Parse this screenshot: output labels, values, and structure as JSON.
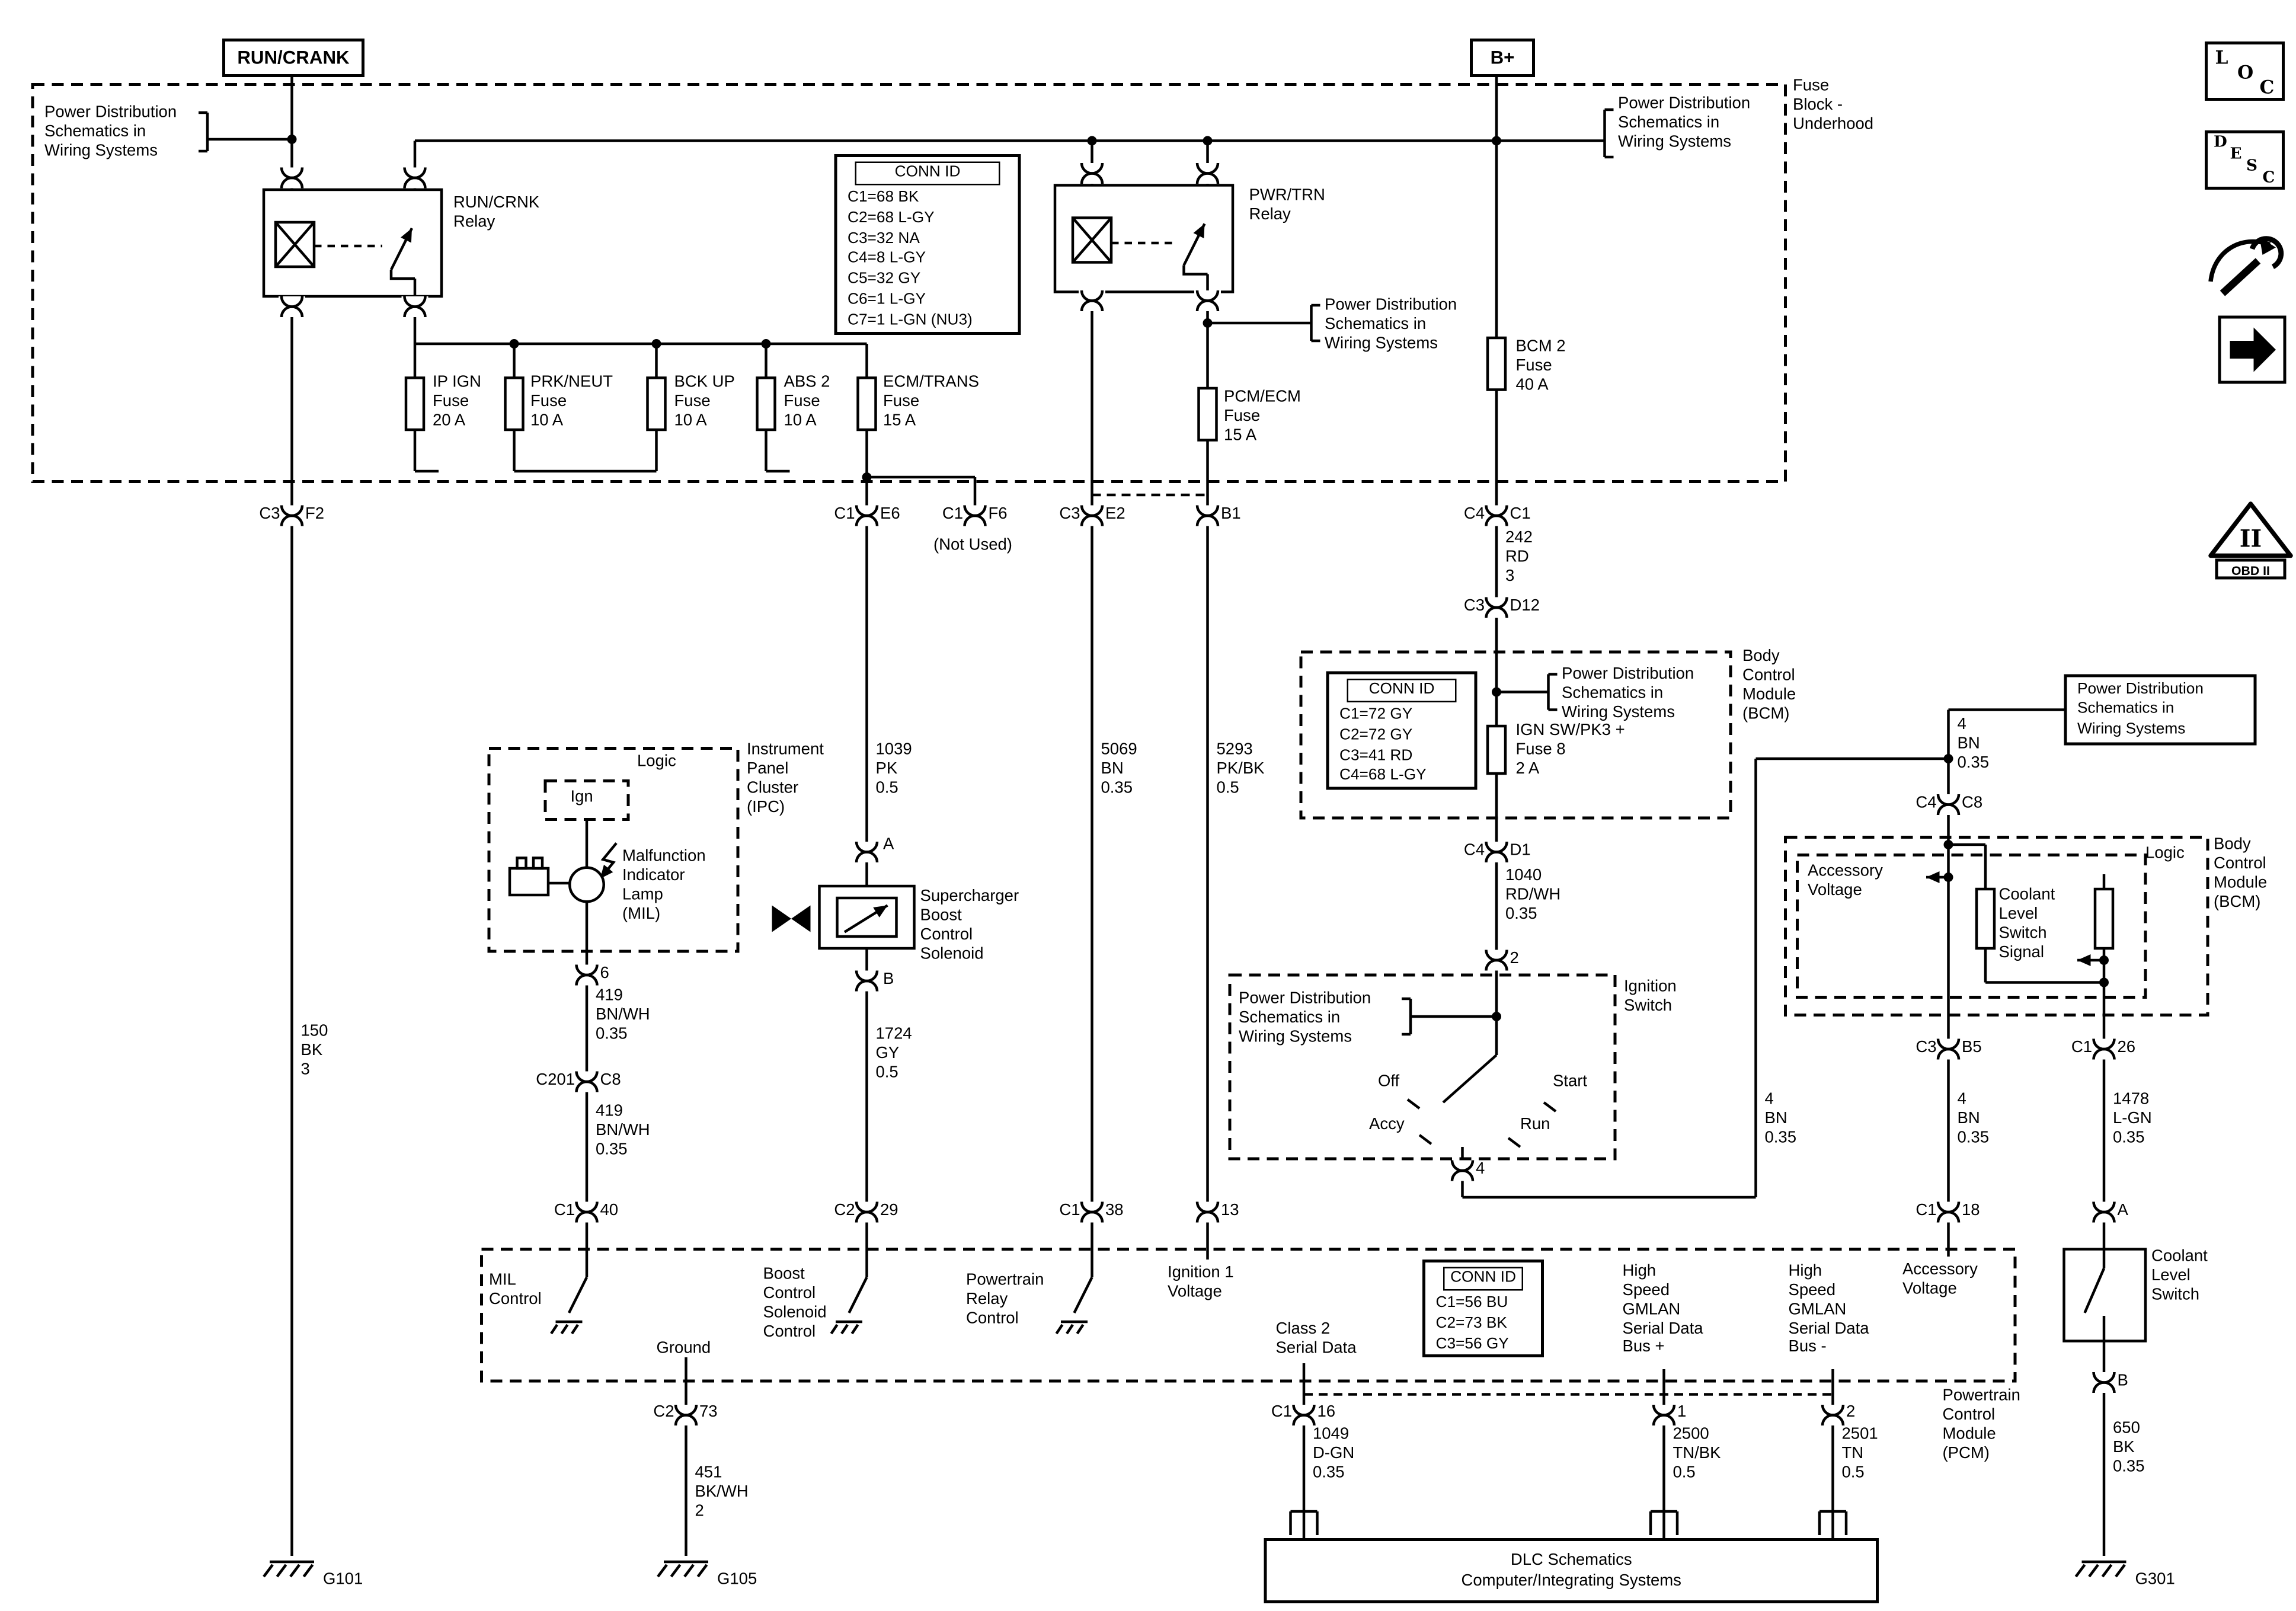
{
  "colors": {
    "ink": "#000000",
    "background": "#ffffff"
  },
  "power_labels": {
    "run_crank": "RUN/CRANK",
    "b_plus": "B+"
  },
  "refs": {
    "power_distribution": "Power Distribution\nSchematics in\nWiring Systems",
    "fuse_block_underhood": "Fuse\nBlock -\nUnderhood"
  },
  "relays": {
    "run_crnk": "RUN/CRNK\nRelay",
    "pwr_trn": "PWR/TRN\nRelay"
  },
  "fuses": {
    "ip_ign": "IP IGN\nFuse\n20 A",
    "prk_neut": "PRK/NEUT\nFuse\n10 A",
    "bck_up": "BCK UP\nFuse\n10 A",
    "abs_2": "ABS 2\nFuse\n10 A",
    "ecm_trans": "ECM/TRANS\nFuse\n15 A",
    "pcm_ecm": "PCM/ECM\nFuse\n15 A",
    "bcm_2": "BCM 2\nFuse\n40 A",
    "ign_sw": "IGN SW/PK3 +\nFuse 8\n2 A"
  },
  "conn_ids": {
    "underhood": {
      "title": "CONN ID",
      "rows": [
        "C1=68 BK",
        "C2=68 L-GY",
        "C3=32 NA",
        "C4=8 L-GY",
        "C5=32 GY",
        "C6=1 L-GY",
        "C7=1 L-GN (NU3)"
      ]
    },
    "bcm": {
      "title": "CONN ID",
      "rows": [
        "C1=72 GY",
        "C2=72 GY",
        "C3=41 RD",
        "C4=68 L-GY"
      ]
    },
    "pcm": {
      "title": "CONN ID",
      "rows": [
        "C1=56 BU",
        "C2=73 BK",
        "C3=56 GY"
      ]
    }
  },
  "modules": {
    "ipc": "Instrument\nPanel\nCluster\n(IPC)",
    "bcm": "Body\nControl\nModule\n(BCM)",
    "pcm": "Powertrain\nControl\nModule\n(PCM)",
    "ignition_switch": "Ignition\nSwitch",
    "coolant_level_switch": "Coolant\nLevel\nSwitch",
    "supercharger_solenoid": "Supercharger\nBoost\nControl\nSolenoid",
    "mil": "Malfunction\nIndicator\nLamp\n(MIL)",
    "logic": "Logic",
    "ign": "Ign",
    "dlc": "DLC Schematics\nComputer/Integrating Systems"
  },
  "signals": {
    "mil_control": "MIL\nControl",
    "ground": "Ground",
    "boost_control": "Boost\nControl\nSolenoid\nControl",
    "powertrain_relay_control": "Powertrain\nRelay\nControl",
    "ignition_1_voltage": "Ignition 1\nVoltage",
    "class_2_serial": "Class 2\nSerial Data",
    "gmlan_plus": "High\nSpeed\nGMLAN\nSerial Data\nBus +",
    "gmlan_minus": "High\nSpeed\nGMLAN\nSerial Data\nBus -",
    "accessory_voltage": "Accessory\nVoltage",
    "coolant_signal": "Coolant\nLevel\nSwitch\nSignal",
    "not_used": "(Not Used)"
  },
  "switch_positions": {
    "off": "Off",
    "start": "Start",
    "accy": "Accy",
    "run": "Run"
  },
  "wires": {
    "w150": "150\nBK\n3",
    "w242": "242\nRD\n3",
    "w419": "419\nBN/WH\n0.35",
    "w1039": "1039\nPK\n0.5",
    "w1724": "1724\nGY\n0.5",
    "w5069": "5069\nBN\n0.35",
    "w5293": "5293\nPK/BK\n0.5",
    "w1040": "1040\nRD/WH\n0.35",
    "w4": "4\nBN\n0.35",
    "w1478": "1478\nL-GN\n0.35",
    "w451": "451\nBK/WH\n2",
    "w650": "650\nBK\n0.35",
    "w1049": "1049\nD-GN\n0.35",
    "w2500": "2500\nTN/BK\n0.5",
    "w2501": "2501\nTN\n0.5"
  },
  "pins": {
    "fb_left": [
      "C3",
      "F2"
    ],
    "ecm_out": [
      "C1",
      "E6"
    ],
    "not_used": [
      "C1",
      "F6"
    ],
    "pwrtrn_out": [
      "C3",
      "E2"
    ],
    "pcmecm_out": "B1",
    "bcm2_out": [
      "C4",
      "C1"
    ],
    "bcm_in": [
      "C3",
      "D12"
    ],
    "bcm_out": [
      "C4",
      "D1"
    ],
    "ignsw_in": "2",
    "ignsw_out": "4",
    "ipc_out": "6",
    "c201": [
      "C201",
      "C8"
    ],
    "mil_in": [
      "C1",
      "40"
    ],
    "sol_a": "A",
    "sol_b": "B",
    "boost_in": [
      "C2",
      "29"
    ],
    "ptrelay_in": [
      "C1",
      "38"
    ],
    "ign1_in": "13",
    "bcmr_in": [
      "C4",
      "C8"
    ],
    "bcmr_out": [
      "C3",
      "B5"
    ],
    "cls_out": [
      "C1",
      "26"
    ],
    "accv_in": [
      "C1",
      "18"
    ],
    "cls_a": "A",
    "cls_b": "B",
    "gnd_out": [
      "C2",
      "73"
    ],
    "class2_out": [
      "C1",
      "16"
    ],
    "gmlanp_out": "1",
    "gmlanm_out": "2"
  },
  "grounds": {
    "g101": "G101",
    "g105": "G105",
    "g301": "G301"
  },
  "corner": {
    "loc": [
      "L",
      "O",
      "C"
    ],
    "desc": [
      "D",
      "E",
      "S",
      "C"
    ],
    "obd_numeral": "II",
    "obd_label": "OBD II"
  }
}
